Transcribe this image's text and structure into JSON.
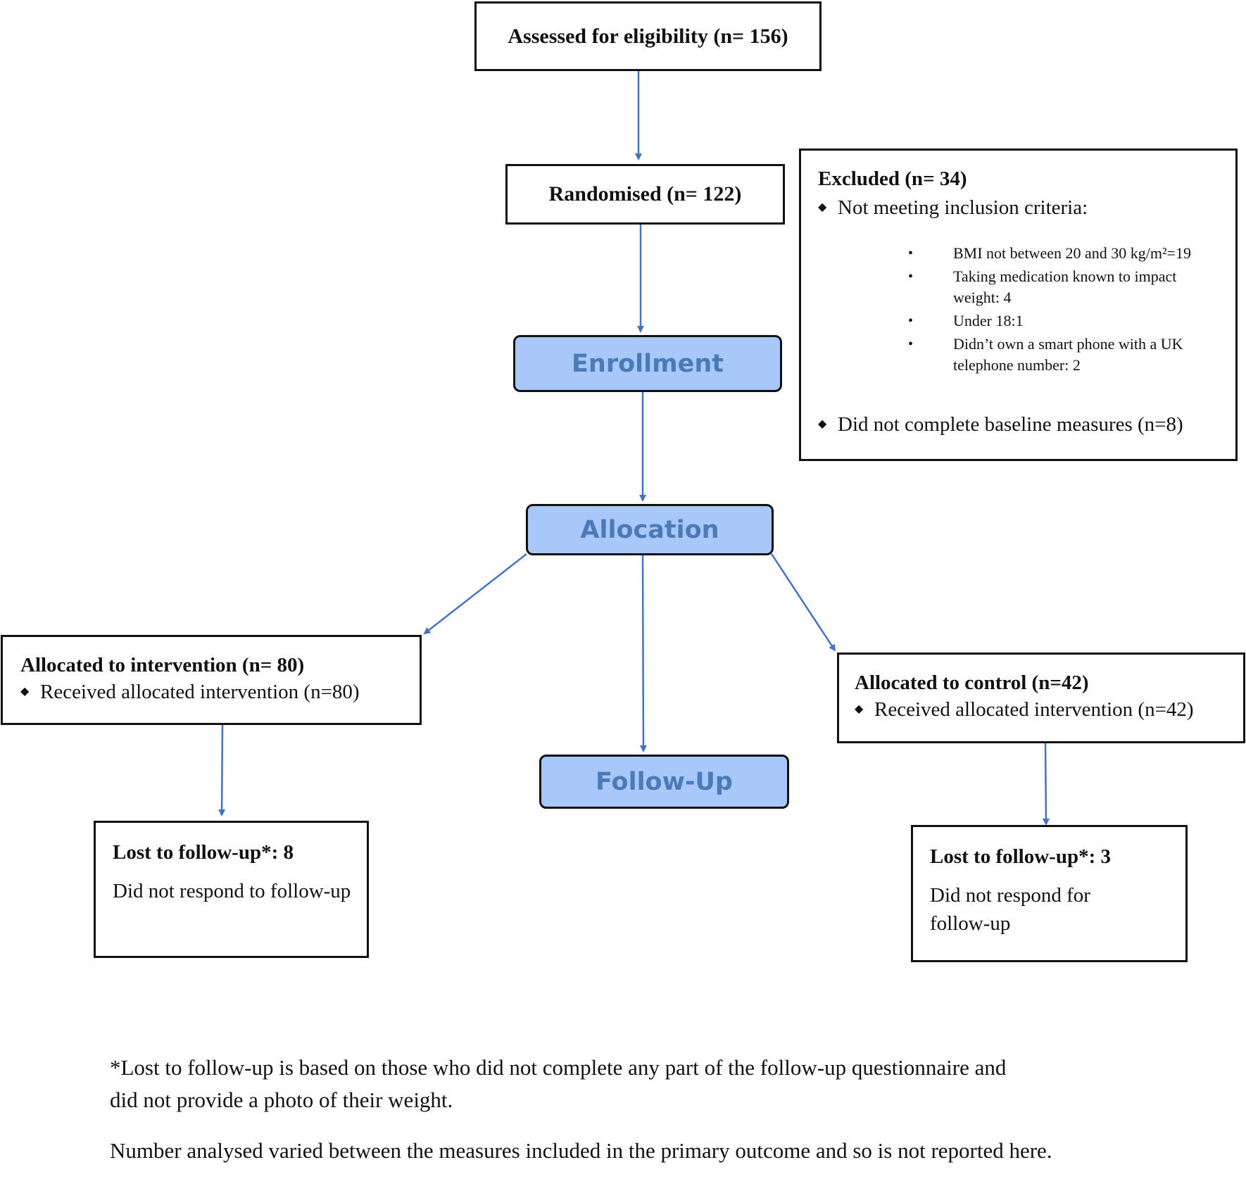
{
  "assessed": {
    "label": "Assessed for eligibility (n= 156)"
  },
  "randomised": {
    "label": "Randomised (n= 122)"
  },
  "excluded": {
    "heading": "Excluded (n= 34)",
    "bullet_symbol": "◆",
    "criteria_label": "Not meeting inclusion criteria:",
    "sub_bullet_symbol": "•",
    "criteria": [
      "BMI not between 20 and 30 kg/m²=19",
      "Taking medication known to impact weight: 4",
      "Under 18:1",
      "Didn’t own a smart phone with a UK telephone number: 2"
    ],
    "baseline_label": "Did not complete baseline measures (n=8)"
  },
  "stages": {
    "enrollment": "Enrollment",
    "allocation": "Allocation",
    "follow_up": "Follow-Up"
  },
  "intervention": {
    "heading": "Allocated to intervention (n= 80)",
    "received": "Received allocated intervention (n=80)",
    "lost_heading": "Lost to follow-up*: 8",
    "lost_reason": "Did not respond to follow-up"
  },
  "control": {
    "heading": "Allocated to control (n=42)",
    "received": "Received allocated intervention (n=42)",
    "lost_heading": "Lost to follow-up*: 3",
    "lost_reason": "Did not respond for follow-up"
  },
  "footnotes": {
    "lost_definition": "*Lost to follow-up is based on those who did not complete any part of the follow-up questionnaire and did not provide a photo of their weight.",
    "analysed_note": "Number analysed varied between the measures included in the primary outcome and so is not reported here."
  },
  "colors": {
    "arrow": "#4472c4",
    "stage_fill": "#a9c8fa",
    "stage_text": "#4a7ab8"
  }
}
